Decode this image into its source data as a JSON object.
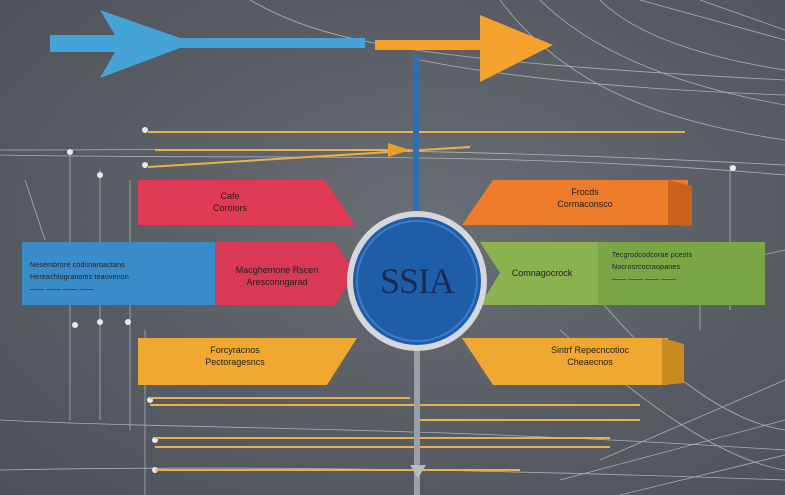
{
  "center": {
    "label": "SSIA"
  },
  "banners": {
    "top_left": {
      "line1": "Cafe",
      "line2": "Coroiors"
    },
    "top_right": {
      "line1": "Frocds",
      "line2": "Cormaconsco"
    },
    "mid_left_blue": {
      "line1": "Nesembrore codsnaroactans",
      "line2": "Hereachlogranoms teaovenon",
      "line3": "—— —— —— ——"
    },
    "mid_left_red": {
      "line1": "Macghemone Rscen",
      "line2": "Aresconngarad"
    },
    "mid_right_green_a": {
      "line1": "Comnagocrock"
    },
    "mid_right_green_b": {
      "line1": "Tecgrodcodcorae pcests",
      "line2": "Nocrosrcocraopanes",
      "line3": "—— —— —— ——"
    },
    "bottom_left": {
      "line1": "Forcyracnos",
      "line2": "Pectoragesncs"
    },
    "bottom_right": {
      "line1": "Sintrf Repecncotioc",
      "line2": "Cheaecnos"
    }
  },
  "colors": {
    "background": "#5b5f66",
    "blue": "#3a8cc8",
    "red": "#d83a55",
    "orange": "#ee7d2b",
    "green": "#7aa645",
    "yellow": "#f0a830",
    "circle": "#1e5ea8",
    "arrow_blue": "#45a3d8",
    "arrow_orange": "#f4a22d"
  }
}
